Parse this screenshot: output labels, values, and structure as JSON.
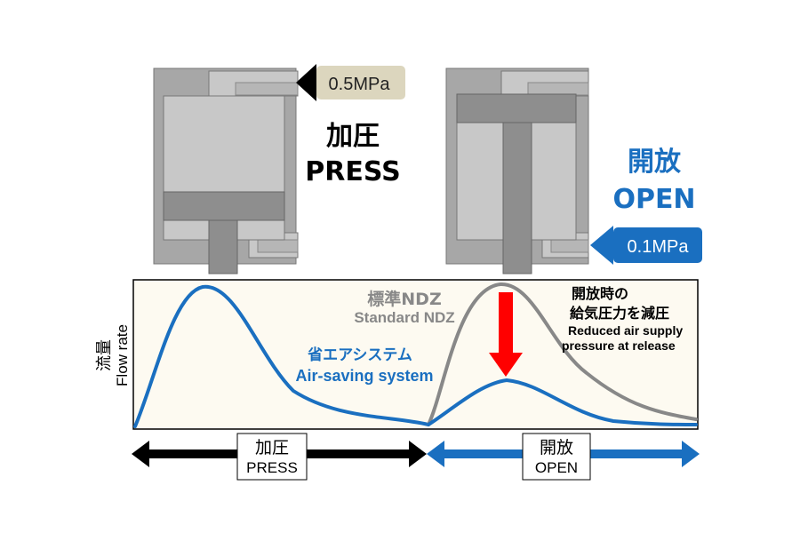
{
  "colors": {
    "blue": "#1a6fc0",
    "gray_curve": "#888888",
    "red_arrow": "#ff0000",
    "black": "#000000",
    "plot_bg": "#fdfaf1",
    "pressure_badge_press": "#dcd6be",
    "body_dark": "#a7a7a7",
    "body_light": "#c8c8c8",
    "piston": "#8e8e8e"
  },
  "press": {
    "pressure": "0.5MPa",
    "title_jp": "加圧",
    "title_en": "PRESS"
  },
  "open": {
    "pressure": "0.1MPa",
    "title_jp": "開放",
    "title_en": "OPEN"
  },
  "chart": {
    "ylabel_jp": "流量",
    "ylabel_en": "Flow rate",
    "standard_jp": "標準NDZ",
    "standard_en": "Standard NDZ",
    "airsaving_jp": "省エアシステム",
    "airsaving_en": "Air-saving system",
    "reduced_jp_1": "開放時の",
    "reduced_jp_2": "給気圧力を減圧",
    "reduced_en_1": "Reduced air supply",
    "reduced_en_2": "pressure at release"
  },
  "phases": {
    "press_jp": "加圧",
    "press_en": "PRESS",
    "open_jp": "開放",
    "open_en": "OPEN"
  }
}
